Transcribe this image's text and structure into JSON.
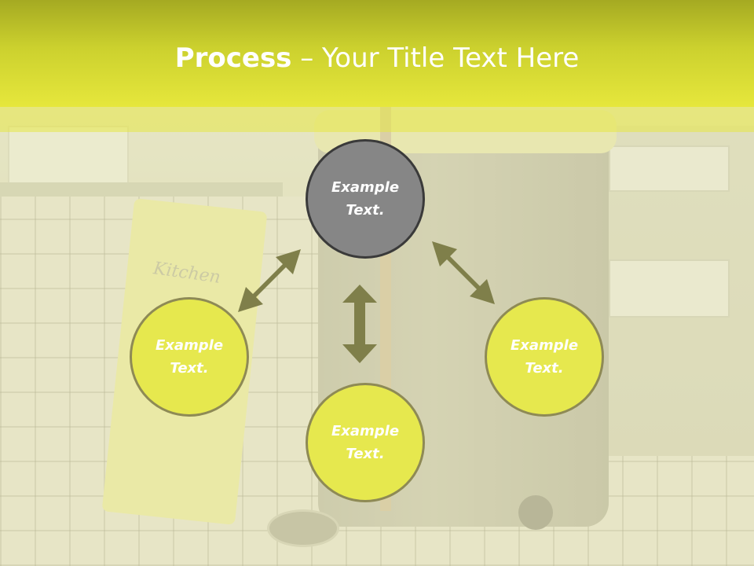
{
  "title": {
    "bold": "Process",
    "rest": " – Your Title Text Here"
  },
  "background": {
    "sign_text": "Kitchen"
  },
  "nodes": [
    {
      "id": "top",
      "label": "Example\nText.",
      "fill": "#868686",
      "border": "#3a3a3a"
    },
    {
      "id": "left",
      "label": "Example\nText.",
      "fill": "#e6e84e",
      "border": "#8e8a55"
    },
    {
      "id": "right",
      "label": "Example\nText.",
      "fill": "#e6e84e",
      "border": "#8e8a55"
    },
    {
      "id": "bottom",
      "label": "Example\nText.",
      "fill": "#e6e84e",
      "border": "#8e8a55"
    }
  ],
  "colors": {
    "title_band": "#d4d82e",
    "arrow": "#7f7f4a",
    "title_text": "#ffffff"
  }
}
